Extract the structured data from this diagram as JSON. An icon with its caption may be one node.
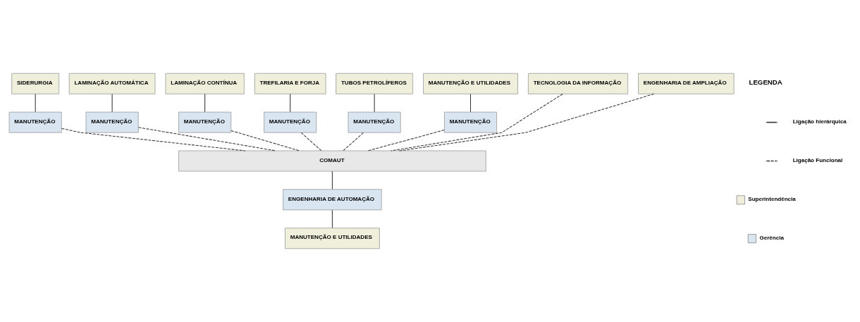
{
  "diagram": {
    "nodes": [
      {
        "text": [
          "SIDERURGIA"
        ]
      },
      {
        "text": [
          "LAMINAÇÃO AUTOMÁTICA"
        ]
      },
      {
        "text": [
          "LAMINAÇÃO CONTÍNUA"
        ]
      },
      {
        "text": [
          "TREFILARIA E FORJA"
        ]
      },
      {
        "text": [
          "TUBOS PETROLÍFEROS"
        ]
      },
      {
        "text": [
          "MANUTENÇÃO E UTILIDADES"
        ]
      },
      {
        "text": [
          "TECNOLOGIA DA INFORMAÇÃO"
        ]
      },
      {
        "text": [
          "ENGENHARIA DE AMPLIAÇÃO"
        ]
      },
      {
        "text": [
          "MANUTENÇÃO"
        ]
      },
      {
        "text": [
          "MANUTENÇÃO"
        ]
      },
      {
        "text": [
          "MANUTENÇÃO"
        ]
      },
      {
        "text": [
          "MANUTENÇÃO"
        ]
      },
      {
        "text": [
          "MANUTENÇÃO"
        ]
      },
      {
        "text": [
          "MANUTENÇÃO"
        ]
      },
      {
        "text": [
          "COMAUT"
        ]
      },
      {
        "text": [
          "ENGENHARIA DE AUTOMAÇÃO"
        ]
      },
      {
        "text": [
          "MANUTENÇÃO E UTILIDADES"
        ]
      }
    ],
    "edges": [
      {
        "from": 0,
        "to": 8,
        "arrow": "none"
      },
      {
        "from": 1,
        "to": 9,
        "arrow": "none"
      },
      {
        "from": 2,
        "to": 10,
        "arrow": "none"
      },
      {
        "from": 3,
        "to": 11,
        "arrow": "none"
      },
      {
        "from": 4,
        "to": 12,
        "arrow": "none"
      },
      {
        "from": 5,
        "to": 13,
        "arrow": "none"
      },
      {
        "from": 8,
        "to": 14,
        "arrow": "none",
        "style": "dashed"
      },
      {
        "from": 9,
        "to": 14,
        "arrow": "none",
        "style": "dashed"
      },
      {
        "from": 10,
        "to": 14,
        "arrow": "none",
        "style": "dashed"
      },
      {
        "from": 11,
        "to": 14,
        "arrow": "none",
        "style": "dashed"
      },
      {
        "from": 12,
        "to": 14,
        "arrow": "none",
        "style": "dashed"
      },
      {
        "from": 13,
        "to": 14,
        "arrow": "none",
        "style": "dashed"
      },
      {
        "from": 6,
        "to": 14,
        "arrow": "none",
        "style": "dashed"
      },
      {
        "from": 7,
        "to": 14,
        "arrow": "none",
        "style": "dashed"
      },
      {
        "from": 14,
        "to": 15,
        "arrow": "none"
      },
      {
        "from": 15,
        "to": 16,
        "arrow": "none"
      }
    ],
    "labels": [
      "LEGENDA"
    ],
    "legend": [
      {
        "text": "Ligação hierárquica"
      },
      {
        "text": "Ligação Funcional"
      },
      {
        "text": "Superintendência",
        "color": "#f0efdc"
      },
      {
        "text": "Gerência",
        "color": "#d9e6f2"
      }
    ]
  }
}
